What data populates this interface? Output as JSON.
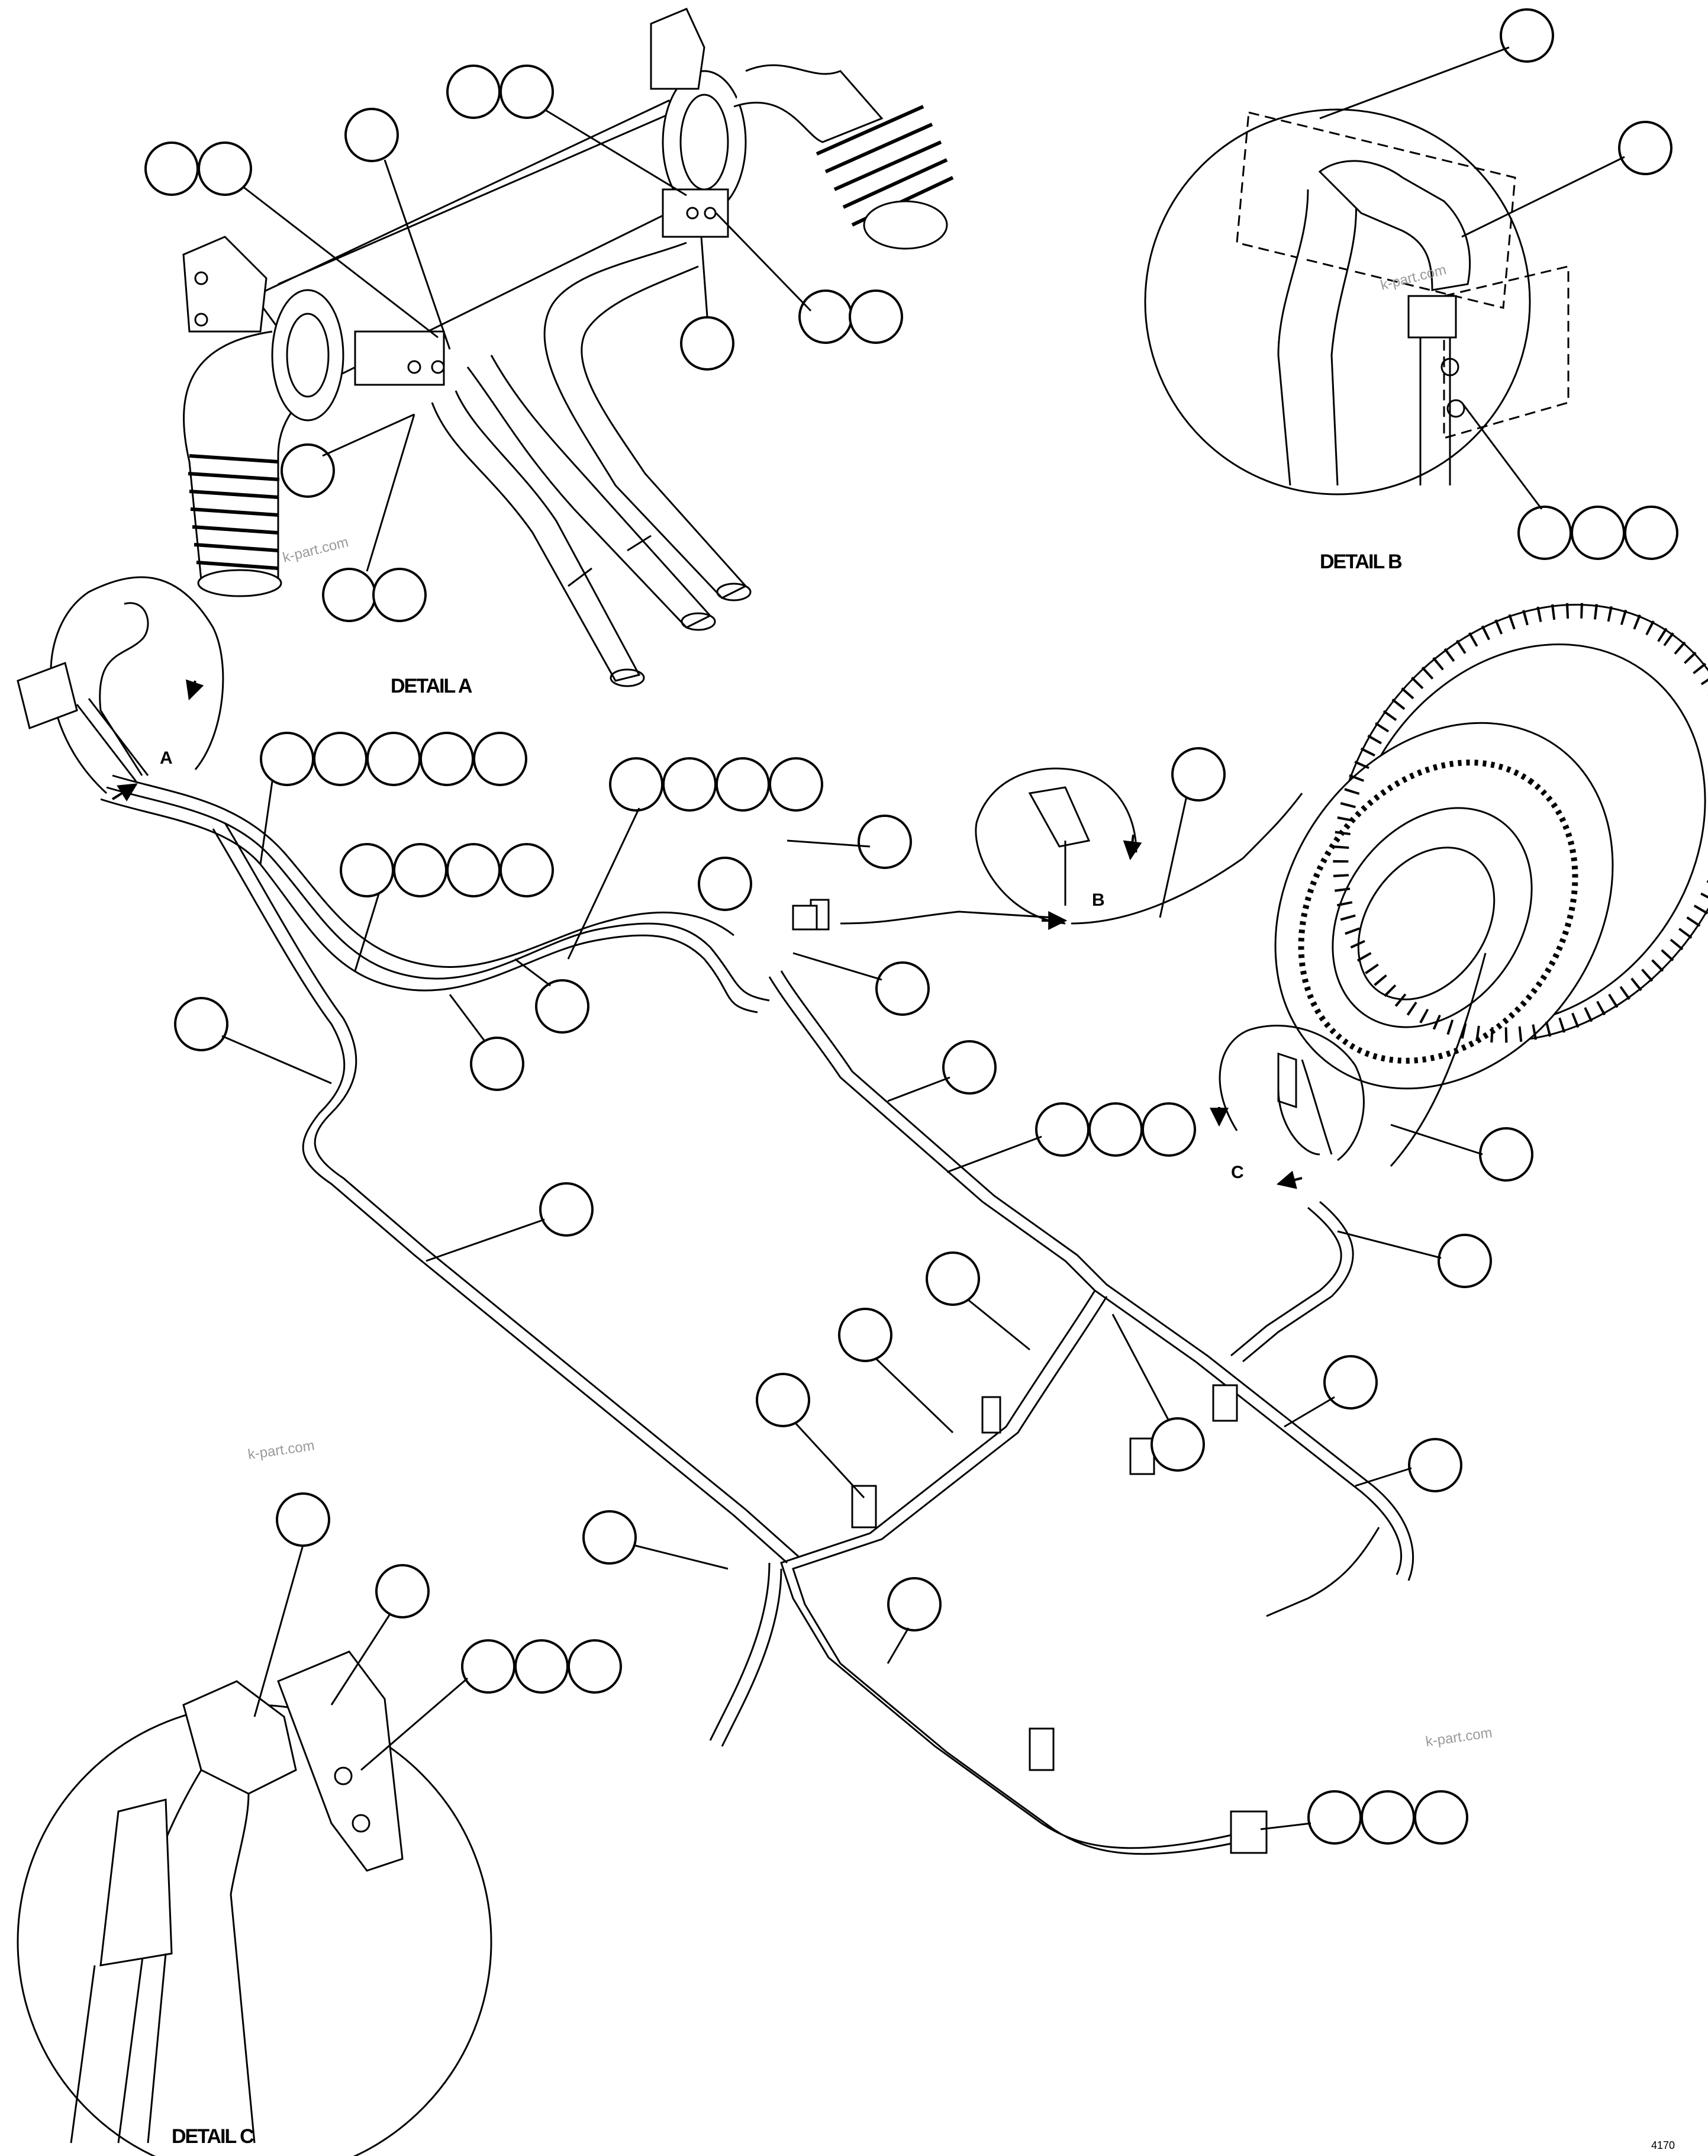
{
  "details": {
    "a": {
      "title": "DETAIL A",
      "letter": "A"
    },
    "b": {
      "title": "DETAIL B",
      "letter": "B"
    },
    "c": {
      "title": "DETAIL C",
      "letter": "C"
    }
  },
  "watermark": "k-part.com",
  "figure_code": "4170"
}
